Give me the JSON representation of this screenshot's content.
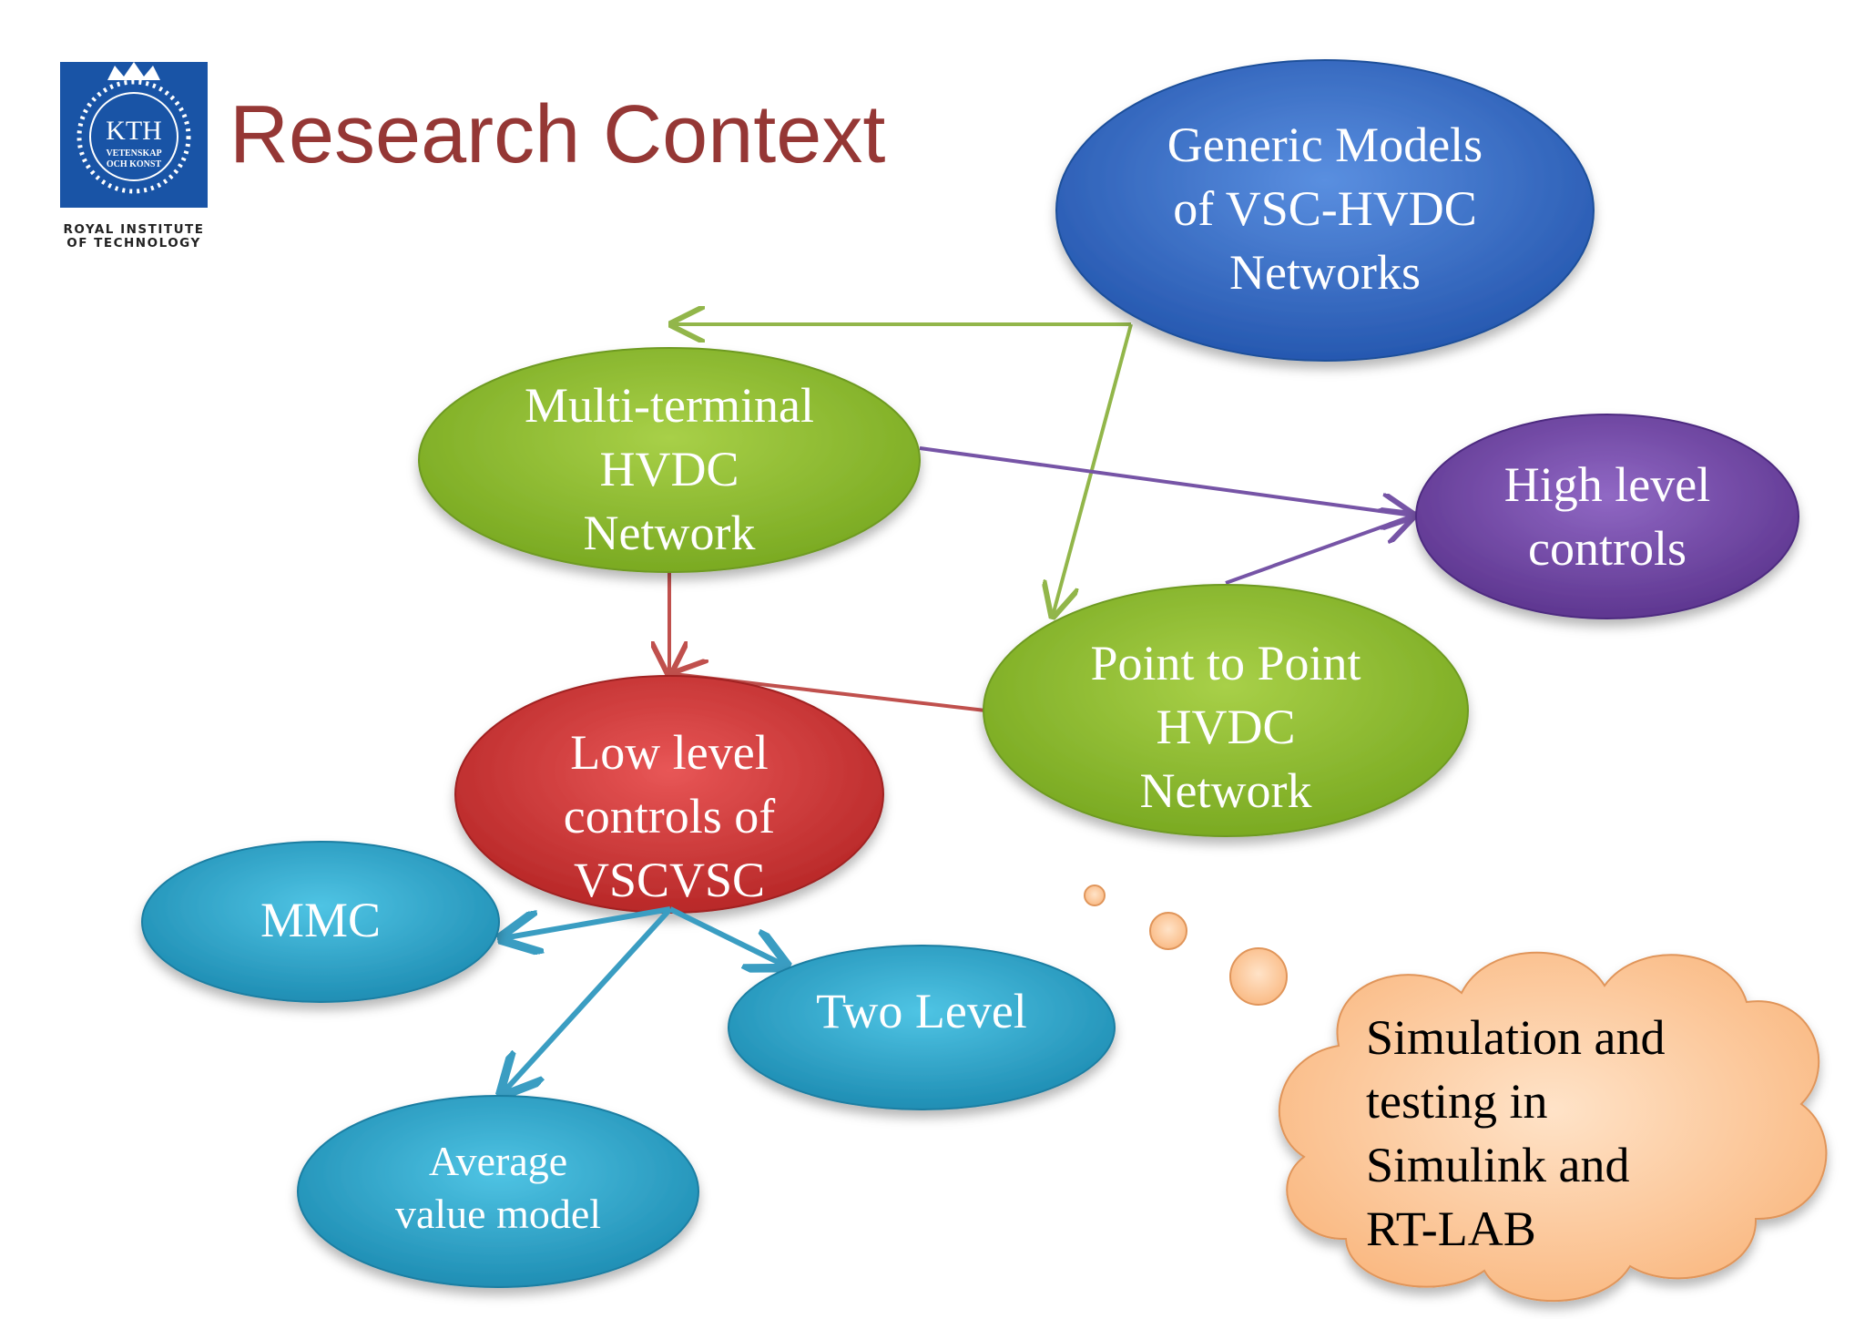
{
  "logo": {
    "abbreviation": "KTH",
    "motto_line1": "VETENSKAP",
    "motto_line2": "OCH KONST",
    "institute_line1": "ROYAL INSTITUTE",
    "institute_line2": "OF TECHNOLOGY"
  },
  "title": "Research Context",
  "nodes": {
    "generic_models": {
      "lines": [
        "Generic Models",
        "of VSC-HVDC",
        "Networks"
      ],
      "color": "#2E65C0"
    },
    "multi_terminal": {
      "lines": [
        "Multi-terminal",
        "HVDC",
        "Network"
      ],
      "color": "#8DBA2F"
    },
    "high_level": {
      "lines": [
        "High level",
        "controls"
      ],
      "color": "#7248A6"
    },
    "point_to_point": {
      "lines": [
        "Point to Point",
        "HVDC",
        "Network"
      ],
      "color": "#8DBA2F"
    },
    "low_level": {
      "lines": [
        "Low level",
        "controls of",
        "VSCVSC"
      ],
      "color": "#CC3333"
    },
    "mmc": {
      "lines": [
        "MMC"
      ],
      "color": "#2FA6CC"
    },
    "two_level": {
      "lines": [
        "Two Level"
      ],
      "color": "#2FA6CC"
    },
    "average_value": {
      "lines": [
        "Average",
        "value model"
      ],
      "color": "#2FA6CC"
    }
  },
  "cloud": {
    "lines": [
      "Simulation and",
      "testing in",
      "Simulink and",
      "RT-LAB"
    ],
    "color": "#FBC08F"
  },
  "edge_colors": {
    "green": "#92B64A",
    "purple": "#7654A6",
    "red": "#C0504D",
    "blue": "#3A9DC2"
  }
}
